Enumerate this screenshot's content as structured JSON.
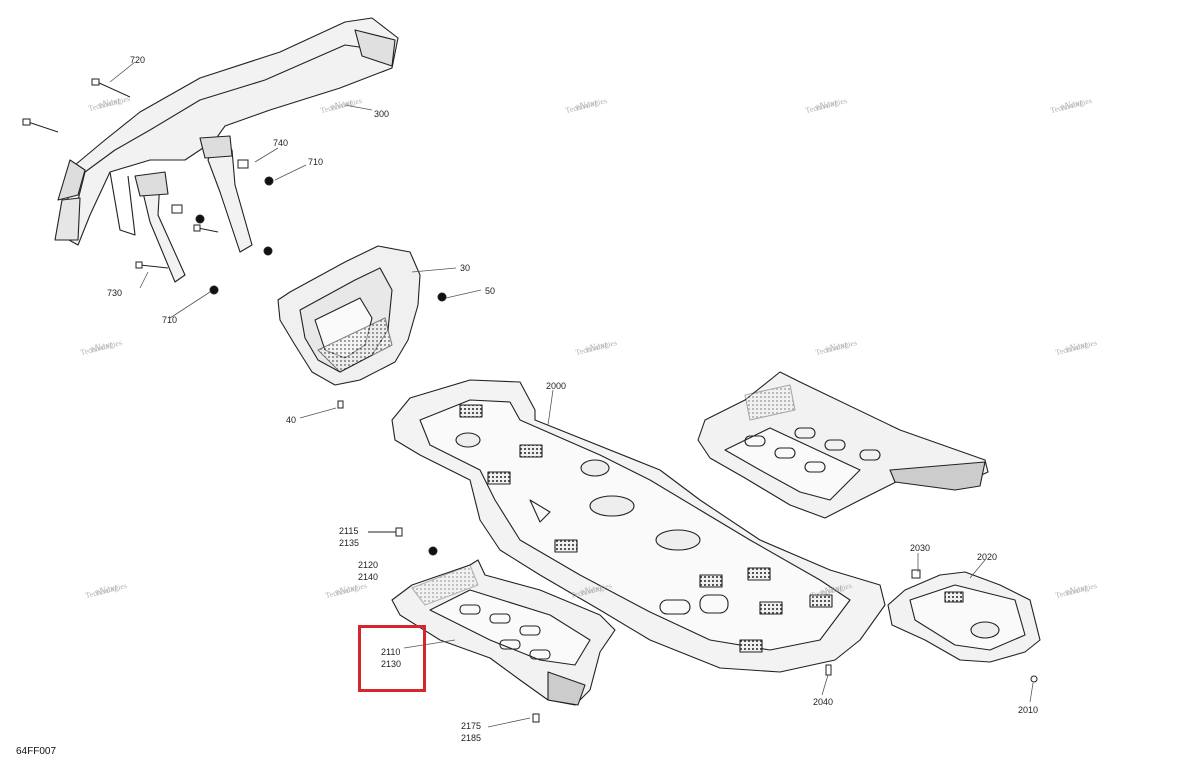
{
  "diagram": {
    "reference_code": "64FF007",
    "watermark": {
      "line1": "vNext",
      "line2": "Technologies"
    },
    "highlight_color": "#d7252e",
    "callouts": {
      "c720": "720",
      "c300": "300",
      "c740": "740",
      "c710a": "710",
      "c730": "730",
      "c710b": "710",
      "c30": "30",
      "c50": "50",
      "c40": "40",
      "c2000": "2000",
      "c2115": "2115",
      "c2135": "2135",
      "c2120": "2120",
      "c2140": "2140",
      "c2110": "2110",
      "c2130": "2130",
      "c2175": "2175",
      "c2185": "2185",
      "c2030": "2030",
      "c2020": "2020",
      "c2040": "2040",
      "c2010": "2010"
    }
  }
}
